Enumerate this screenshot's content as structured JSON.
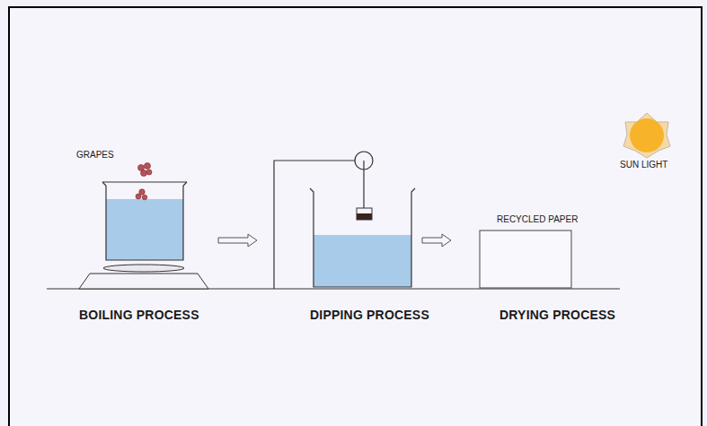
{
  "diagram": {
    "labels": [
      "GRAPES",
      "SUN LIGHT",
      "RECYCLED PAPER",
      "BOILING PROCESS",
      "DIPPING PROCESS",
      "DRYING PROCESS"
    ]
  }
}
